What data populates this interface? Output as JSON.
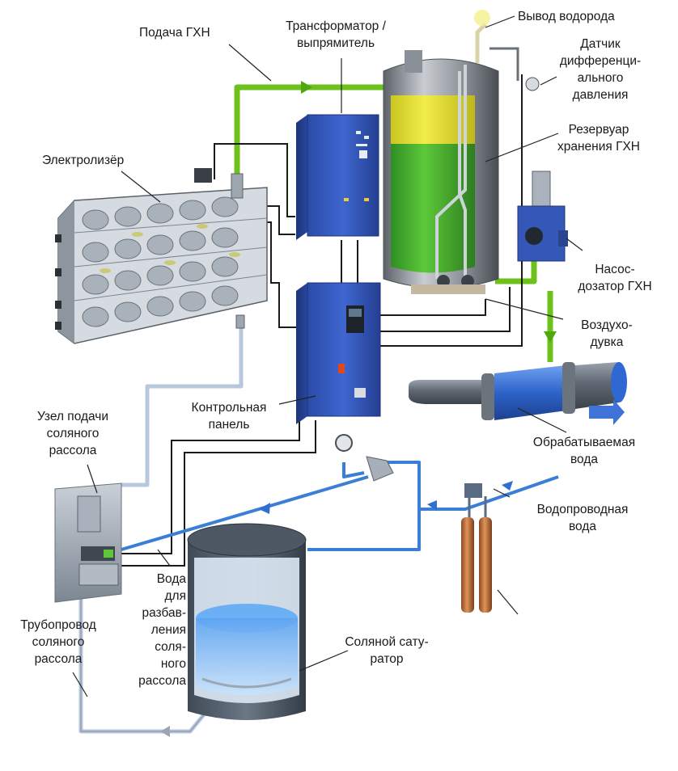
{
  "labels": {
    "gkhn_feed": "Подача ГХН",
    "transformer": [
      "Трансформатор /",
      "выпрямитель"
    ],
    "hydrogen_outlet": "Вывод водорода",
    "dp_sensor": [
      "Датчик",
      "дифференци-",
      "ального",
      "давления"
    ],
    "storage_tank": [
      "Резервуар",
      "хранения ГХН"
    ],
    "electrolyzer": "Электролизёр",
    "dosing_pump": [
      "Насос-",
      "дозатор ГХН"
    ],
    "blower": [
      "Воздухо-",
      "дувка"
    ],
    "treated_water": [
      "Обрабатываемая",
      "вода"
    ],
    "control_panel": [
      "Контрольная",
      "панель"
    ],
    "brine_feed_unit": [
      "Узел подачи",
      "соляного",
      "рассола"
    ],
    "tap_water": [
      "Водопроводная",
      "вода"
    ],
    "dilution_water": [
      "Вода",
      "для",
      "разбав-",
      "ления",
      "соля-",
      "ного",
      "рассола"
    ],
    "brine_pipeline": [
      "Трубопровод",
      "соляного",
      "рассола"
    ],
    "salt_saturator": [
      "Соляной сату-",
      "ратор"
    ]
  },
  "colors": {
    "gkhn_line": "#7ed321",
    "water_line": "#3a7fd5",
    "brine_line": "#b9c7dc",
    "cable": "#1a1a1a",
    "cabinet": "#2f55b8",
    "tank_steel": "#8a8f96",
    "hypochlorite_green": "#3fae2a",
    "hypochlorite_yellow": "#e3df2c",
    "copper": "#c0713a"
  }
}
